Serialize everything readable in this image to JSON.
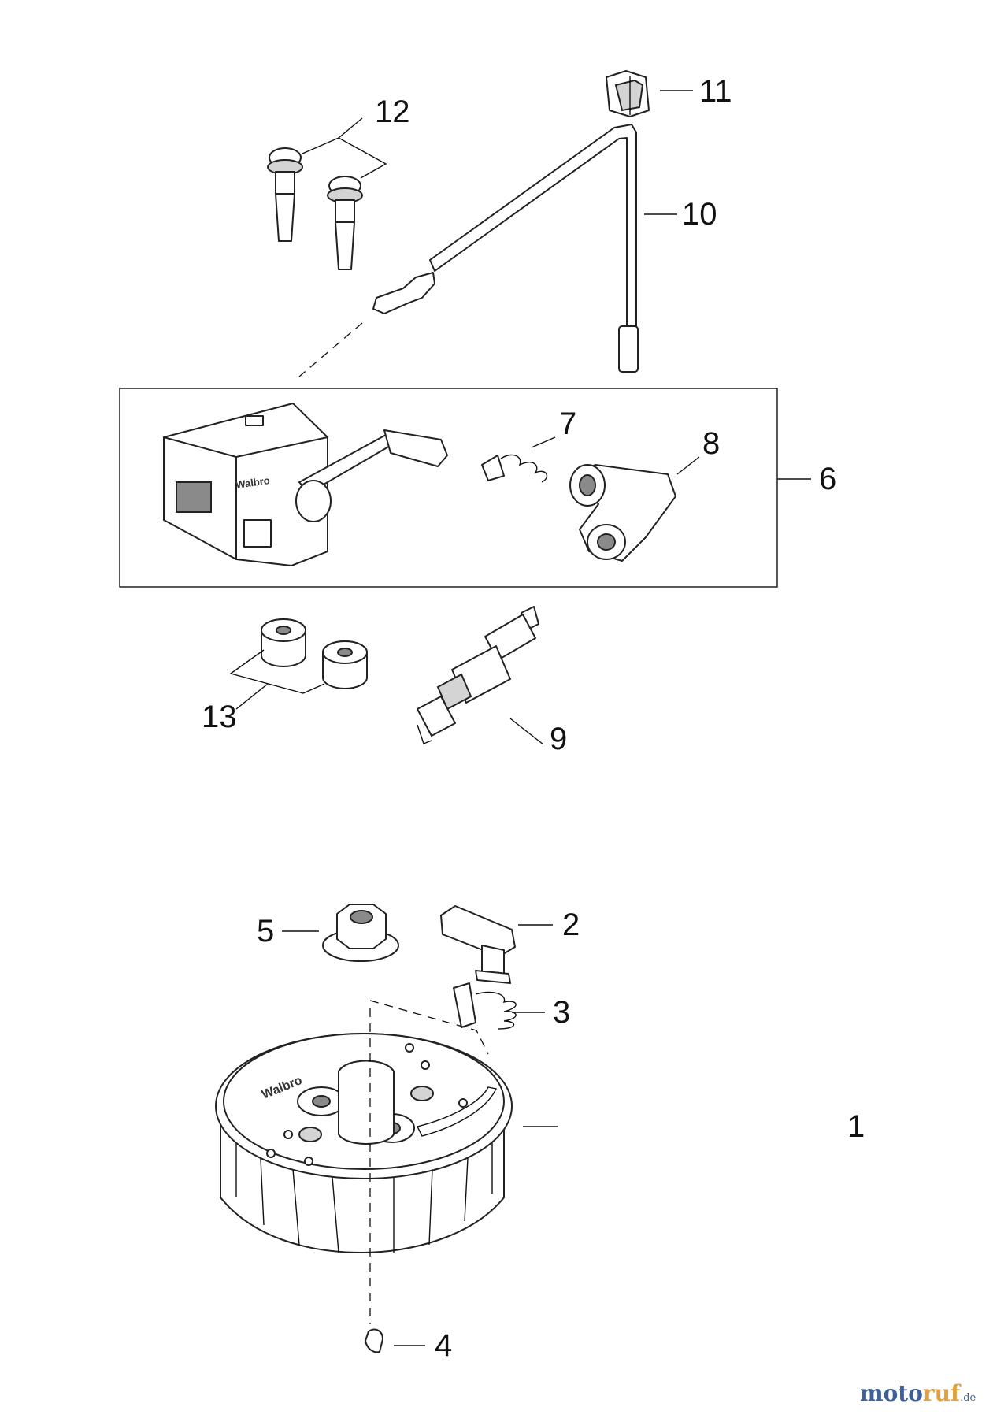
{
  "diagram": {
    "callouts": [
      {
        "id": "1",
        "label": "1"
      },
      {
        "id": "2",
        "label": "2"
      },
      {
        "id": "3",
        "label": "3"
      },
      {
        "id": "4",
        "label": "4"
      },
      {
        "id": "5",
        "label": "5"
      },
      {
        "id": "6",
        "label": "6"
      },
      {
        "id": "7",
        "label": "7"
      },
      {
        "id": "8",
        "label": "8"
      },
      {
        "id": "9",
        "label": "9"
      },
      {
        "id": "10",
        "label": "10"
      },
      {
        "id": "11",
        "label": "11"
      },
      {
        "id": "12",
        "label": "12"
      },
      {
        "id": "13",
        "label": "13"
      }
    ],
    "imprint_text": [
      "Walbro",
      "Walbro"
    ]
  },
  "watermark": {
    "part1": "moto",
    "part2": "ruf",
    "part3": ".de"
  },
  "colors": {
    "ink": "#111111",
    "brand_blue": "#3d5f9a",
    "brand_orange": "#e2a03a"
  }
}
